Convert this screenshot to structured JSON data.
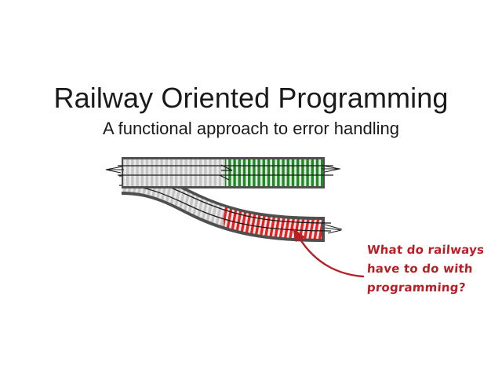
{
  "slide": {
    "background_color": "#ffffff",
    "title": "Railway Oriented Programming",
    "subtitle": "A functional approach to error handling"
  },
  "diagram": {
    "name": "railway-switch-diagram",
    "description": "Railway track switch splitting one gray track into a green straight track and a red diverging track",
    "colors": {
      "ballast": "#e3e3e3",
      "ballast_edge": "#4f4f4f",
      "sleeper_gray": "#c4c4c4",
      "sleeper_green": "#1e8a22",
      "sleeper_red": "#e8201f",
      "rail": "#1a1a1a"
    },
    "tracks": [
      {
        "id": "main-track",
        "label": "gray input track",
        "color": "#c4c4c4"
      },
      {
        "id": "success-track",
        "label": "green success track",
        "color": "#1e8a22"
      },
      {
        "id": "failure-track",
        "label": "red failure track",
        "color": "#e8201f"
      }
    ]
  },
  "annotation": {
    "color": "#b81f24",
    "lines": [
      "What do railways",
      "have to do with",
      "programming?"
    ],
    "arrow": {
      "name": "curved-arrow",
      "points_to": "failure-track"
    }
  }
}
